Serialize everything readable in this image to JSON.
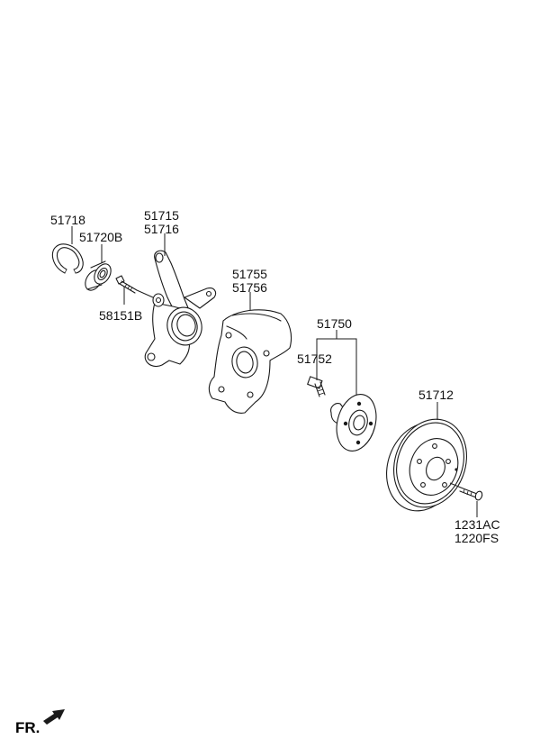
{
  "part_numbers": {
    "snap_ring": "51718",
    "wheel_bearing": "51720B",
    "knuckle_lh": "51715",
    "knuckle_rh": "51716",
    "bolt": "58151B",
    "dust_cover_lh": "51755",
    "dust_cover_rh": "51756",
    "hub_assembly": "51750",
    "hub_bolt": "51752",
    "brake_disc": "51712",
    "disc_screw_a": "1231AC",
    "disc_screw_b": "1220FS"
  },
  "front_indicator": {
    "label": "FR."
  }
}
